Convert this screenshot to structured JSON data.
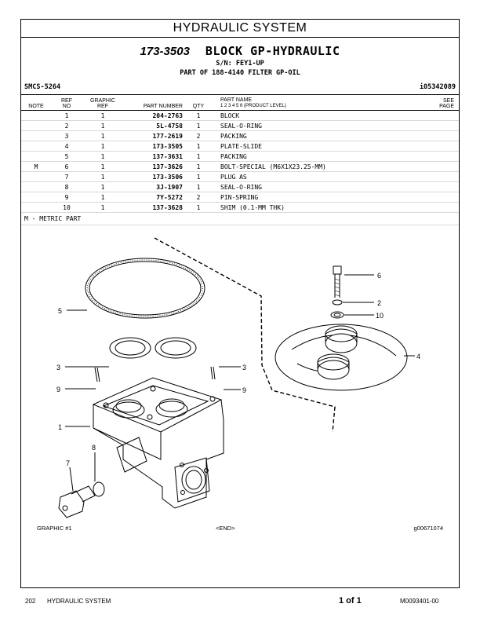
{
  "section_title": "HYDRAULIC SYSTEM",
  "header": {
    "part_number": "173-3503",
    "part_name": "BLOCK GP-HYDRAULIC",
    "serial": "S/N: FEY1-UP",
    "part_of": "PART OF 188-4140 FILTER GP-OIL",
    "smcs": "SMCS-5264",
    "doc_id": "i05342089"
  },
  "columns": {
    "note": "NOTE",
    "ref_a": "REF",
    "ref_b": "NO",
    "graphic_a": "GRAPHIC",
    "graphic_b": "REF",
    "part_number": "PART NUMBER",
    "qty": "QTY",
    "part_name": "PART NAME",
    "levels": "1  2  3  4  5  6  (PRODUCT LEVEL)",
    "see_a": "SEE",
    "see_b": "PAGE"
  },
  "rows": [
    {
      "note": "",
      "ref": "1",
      "graphic": "1",
      "part_number": "204-2763",
      "qty": "1",
      "name": "BLOCK"
    },
    {
      "note": "",
      "ref": "2",
      "graphic": "1",
      "part_number": "5L-4758",
      "qty": "1",
      "name": "SEAL-O-RING"
    },
    {
      "note": "",
      "ref": "3",
      "graphic": "1",
      "part_number": "177-2619",
      "qty": "2",
      "name": "PACKING"
    },
    {
      "note": "",
      "ref": "4",
      "graphic": "1",
      "part_number": "173-3505",
      "qty": "1",
      "name": "PLATE-SLIDE"
    },
    {
      "note": "",
      "ref": "5",
      "graphic": "1",
      "part_number": "137-3631",
      "qty": "1",
      "name": "PACKING"
    },
    {
      "note": "M",
      "ref": "6",
      "graphic": "1",
      "part_number": "137-3626",
      "qty": "1",
      "name": "BOLT-SPECIAL (M6X1X23.25-MM)"
    },
    {
      "note": "",
      "ref": "7",
      "graphic": "1",
      "part_number": "173-3506",
      "qty": "1",
      "name": "PLUG AS"
    },
    {
      "note": "",
      "ref": "8",
      "graphic": "1",
      "part_number": "3J-1907",
      "qty": "1",
      "name": "SEAL-O-RING"
    },
    {
      "note": "",
      "ref": "9",
      "graphic": "1",
      "part_number": "7Y-5272",
      "qty": "2",
      "name": "PIN-SPRING"
    },
    {
      "note": "",
      "ref": "10",
      "graphic": "1",
      "part_number": "137-3628",
      "qty": "1",
      "name": "SHIM (0.1-MM THK)"
    }
  ],
  "metric_note": "M - METRIC PART",
  "callouts": {
    "c1": "1",
    "c2": "2",
    "c3a": "3",
    "c3b": "3",
    "c4": "4",
    "c5": "5",
    "c6": "6",
    "c7": "7",
    "c8": "8",
    "c9a": "9",
    "c9b": "9",
    "c10": "10"
  },
  "graphic_footer": {
    "left": "GRAPHIC #1",
    "center": "<END>",
    "right": "g00671074"
  },
  "footer": {
    "page_no": "202",
    "section": "HYDRAULIC SYSTEM",
    "page_of": "1 of 1",
    "doc": "M0093401-00"
  }
}
